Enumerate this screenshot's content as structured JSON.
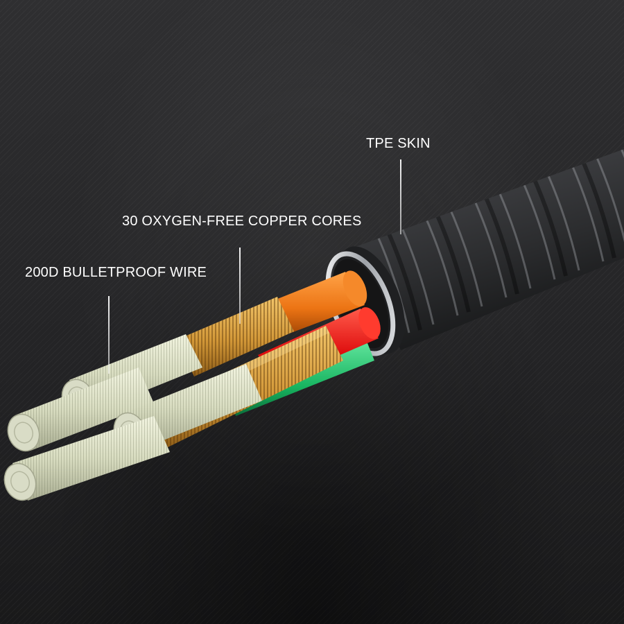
{
  "labels": {
    "tpe_skin": "TPE SKIN",
    "copper_cores": "30 OXYGEN-FREE COPPER CORES",
    "bulletproof_wire": "200D BULLETPROOF WIRE"
  },
  "colors": {
    "background": "#242426",
    "label_text": "#ffffff",
    "jacket": "#2a2b2d",
    "orange_insulation": "#f07a1a",
    "red_insulation": "#e01010",
    "green_insulation": "#1fbf6a",
    "copper": "#d9a042",
    "fiber": "#dfe3c8"
  }
}
